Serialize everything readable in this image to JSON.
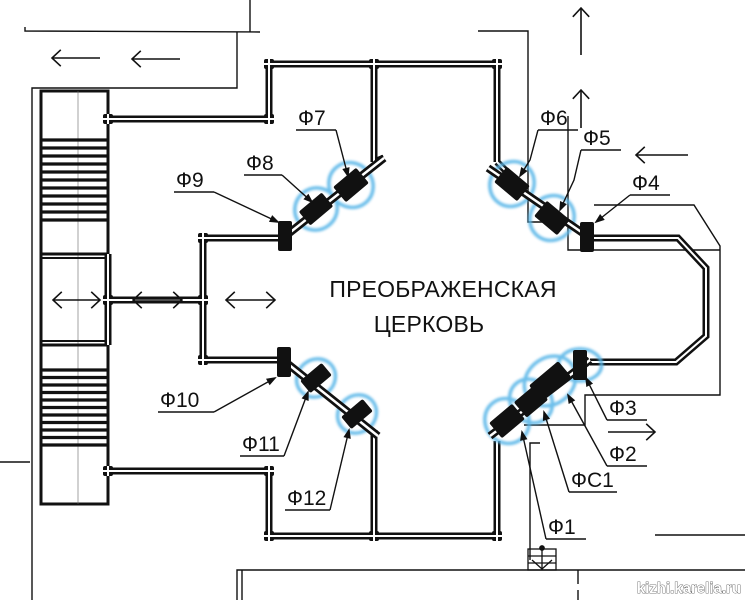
{
  "diagram": {
    "title_line1": "ПРЕОБРАЖЕНСКАЯ",
    "title_line2": "ЦЕРКОВЬ",
    "watermark": "kizhi.karelia.ru",
    "colors": {
      "ink": "#111111",
      "highlight": "#5bb7e8",
      "background": "#ffffff"
    },
    "foundation_labels": [
      {
        "id": "f1",
        "text": "Ф1"
      },
      {
        "id": "fc1",
        "text": "ФС1"
      },
      {
        "id": "f2",
        "text": "Ф2"
      },
      {
        "id": "f3",
        "text": "Ф3"
      },
      {
        "id": "f4",
        "text": "Ф4"
      },
      {
        "id": "f5",
        "text": "Ф5"
      },
      {
        "id": "f6",
        "text": "Ф6"
      },
      {
        "id": "f7",
        "text": "Ф7"
      },
      {
        "id": "f8",
        "text": "Ф8"
      },
      {
        "id": "f9",
        "text": "Ф9"
      },
      {
        "id": "f10",
        "text": "Ф10"
      },
      {
        "id": "f11",
        "text": "Ф11"
      },
      {
        "id": "f12",
        "text": "Ф12"
      }
    ],
    "arrows": [
      {
        "id": "arrow-left-top-1",
        "direction": "left"
      },
      {
        "id": "arrow-left-top-2",
        "direction": "left"
      },
      {
        "id": "arrow-up-1",
        "direction": "up"
      },
      {
        "id": "arrow-up-2",
        "direction": "up"
      },
      {
        "id": "arrow-left-right",
        "direction": "left"
      },
      {
        "id": "arrow-right-bottom",
        "direction": "right"
      },
      {
        "id": "arrow-both-1",
        "direction": "both"
      },
      {
        "id": "arrow-both-2",
        "direction": "both"
      },
      {
        "id": "arrow-both-3",
        "direction": "both"
      }
    ]
  }
}
